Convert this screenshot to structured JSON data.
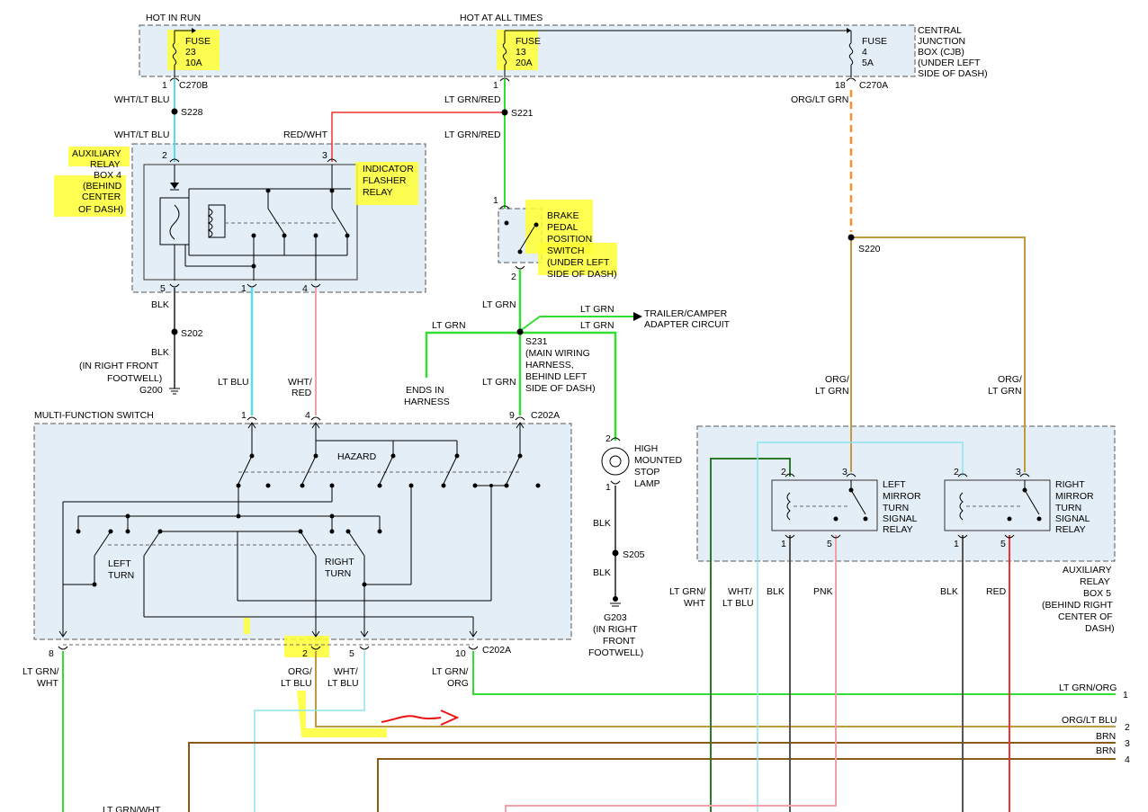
{
  "colors": {
    "lt_grn": "#33dd33",
    "lt_blu": "#55ddee",
    "red": "#ee3333",
    "pink": "#f0a0a8",
    "orange": "#ff8c2a",
    "brown": "#8b5a14",
    "tan": "#c09a3c",
    "dk_grn": "#2a7a2a",
    "blk": "#555555",
    "highlight": "#ffff33",
    "box": "#e4eef6",
    "arrow_red": "#ee1111"
  },
  "labels": {
    "hot_in_run": "HOT IN RUN",
    "hot_at_all_times": "HOT AT ALL TIMES",
    "fuse": "FUSE",
    "fuse23_num": "23",
    "fuse23_amp": "10A",
    "fuse13_num": "13",
    "fuse13_amp": "20A",
    "fuse4_num": "4",
    "fuse4_amp": "5A",
    "cjb": [
      "CENTRAL",
      "JUNCTION",
      "BOX (CJB)",
      "(UNDER LEFT",
      "SIDE OF DASH)"
    ],
    "c270b": "C270B",
    "c270a": "C270A",
    "pin1": "1",
    "pin2": "2",
    "pin3": "3",
    "pin4": "4",
    "pin5": "5",
    "pin8": "8",
    "pin9": "9",
    "pin10": "10",
    "pin18": "18",
    "wht_lt_blu": "WHT/LT BLU",
    "s228": "S228",
    "lt_grn_red": "LT GRN/RED",
    "s221": "S221",
    "org_lt_grn": "ORG/LT GRN",
    "red_wht": "RED/WHT",
    "aux_relay_box4": [
      "AUXILIARY",
      "RELAY",
      "BOX 4",
      "(BEHIND",
      "CENTER",
      "OF DASH)"
    ],
    "indicator_flasher": [
      "INDICATOR",
      "FLASHER",
      "RELAY"
    ],
    "brake_switch": [
      "BRAKE",
      "PEDAL",
      "POSITION",
      "SWITCH",
      "(UNDER LEFT",
      "SIDE OF DASH)"
    ],
    "s220": "S220",
    "blk": "BLK",
    "s202": "S202",
    "g200_loc": [
      "(IN RIGHT FRONT",
      "FOOTWELL)"
    ],
    "g200": "G200",
    "lt_grn": "LT GRN",
    "trailer": [
      "TRAILER/CAMPER",
      "ADAPTER CIRCUIT"
    ],
    "s231": [
      "S231",
      "(MAIN WIRING",
      "HARNESS,",
      "BEHIND LEFT",
      "SIDE OF DASH)"
    ],
    "ends_in_harness": [
      "ENDS IN",
      "HARNESS"
    ],
    "lt_blu": "LT BLU",
    "wht_red": [
      "WHT/",
      "RED"
    ],
    "org_lt_grn_split": [
      "ORG/",
      "LT GRN"
    ],
    "multi_function_switch": "MULTI-FUNCTION SWITCH",
    "c202a": "C202A",
    "hazard": "HAZARD",
    "left_turn": [
      "LEFT",
      "TURN"
    ],
    "right_turn": [
      "RIGHT",
      "TURN"
    ],
    "hmsl": [
      "HIGH",
      "MOUNTED",
      "STOP",
      "LAMP"
    ],
    "s205": "S205",
    "g203": [
      "G203",
      "(IN RIGHT",
      "FRONT",
      "FOOTWELL)"
    ],
    "left_mirror": [
      "LEFT",
      "MIRROR",
      "TURN",
      "SIGNAL",
      "RELAY"
    ],
    "right_mirror": [
      "RIGHT",
      "MIRROR",
      "TURN",
      "SIGNAL",
      "RELAY"
    ],
    "aux_relay_box5": [
      "AUXILIARY",
      "RELAY",
      "BOX 5",
      "(BEHIND RIGHT",
      "CENTER OF",
      "DASH)"
    ],
    "lt_grn_wht_split": [
      "LT GRN/",
      "WHT"
    ],
    "org_lt_blu_split": [
      "ORG/",
      "LT BLU"
    ],
    "wht_lt_blu_split": [
      "WHT/",
      "LT BLU"
    ],
    "lt_grn_org_split": [
      "LT GRN/",
      "ORG"
    ],
    "pnk": "PNK",
    "red": "RED",
    "lt_grn_org": "LT GRN/ORG",
    "org_lt_blu": "ORG/LT BLU",
    "brn": "BRN",
    "row1": "1",
    "row2": "2",
    "row3": "3",
    "row4": "4",
    "lt_grn_wht_cut": "LT GRN/WHT"
  }
}
